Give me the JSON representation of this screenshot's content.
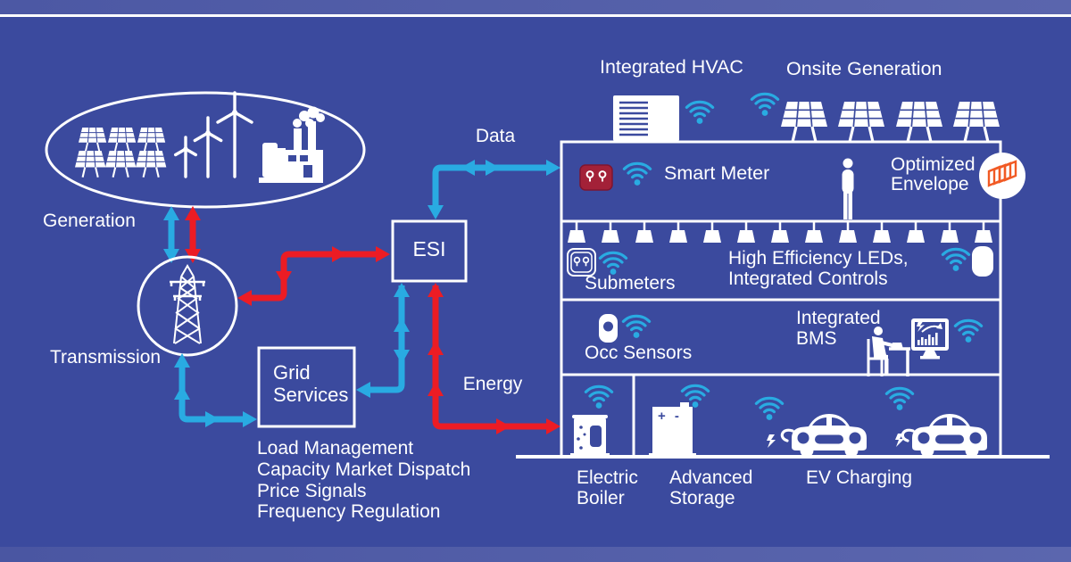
{
  "title": "Grid-interactive efficient building diagram",
  "colors": {
    "background": "#3B4A9E",
    "band": "#4C58A4",
    "accent_blue": "#29ABE2",
    "accent_red": "#EC1C24",
    "meter_red": "#A32138",
    "envelope_orange": "#F15A24",
    "white": "#FFFFFF"
  },
  "grid_side": {
    "generation_label": "Generation",
    "transmission_label": "Transmission",
    "grid_services_label": "Grid\nServices",
    "esi_label": "ESI",
    "data_label": "Data",
    "energy_label": "Energy",
    "grid_services_notes": [
      "Load Management",
      "Capacity Market Dispatch",
      "Price Signals",
      "Frequency Regulation"
    ]
  },
  "building": {
    "roof": {
      "hvac_label": "Integrated HVAC",
      "onsite_label": "Onsite Generation"
    },
    "floor_meter": {
      "smart_meter_label": "Smart Meter",
      "envelope_label": "Optimized\nEnvelope"
    },
    "floor_leds": {
      "submeters_label": "Submeters",
      "leds_label": "High Efficiency LEDs,\nIntegrated Controls"
    },
    "floor_bms": {
      "occ_label": "Occ Sensors",
      "bms_label": "Integrated\nBMS"
    },
    "floor_ground": {
      "boiler_label": "Electric\nBoiler",
      "storage_label": "Advanced\nStorage",
      "ev_label": "EV Charging",
      "battery_terminals": "+ -"
    }
  },
  "icons": {
    "wifi": "wifi-signal-icon",
    "solar": "solar-panel-icon",
    "turbine": "wind-turbine-icon",
    "factory": "power-plant-icon",
    "tower": "transmission-tower-icon",
    "meter": "smart-meter-outlet-icon",
    "submeter": "submeter-outlet-icon",
    "occ": "occupancy-sensor-icon",
    "monitor": "bms-monitor-icon",
    "envelope": "optimized-envelope-icon",
    "hvac": "hvac-unit-icon",
    "boiler": "electric-boiler-icon",
    "battery": "battery-storage-icon",
    "car": "electric-car-icon",
    "bolt": "charging-bolt-icon",
    "pendant": "led-pendant-light-icon",
    "person": "person-icon"
  }
}
